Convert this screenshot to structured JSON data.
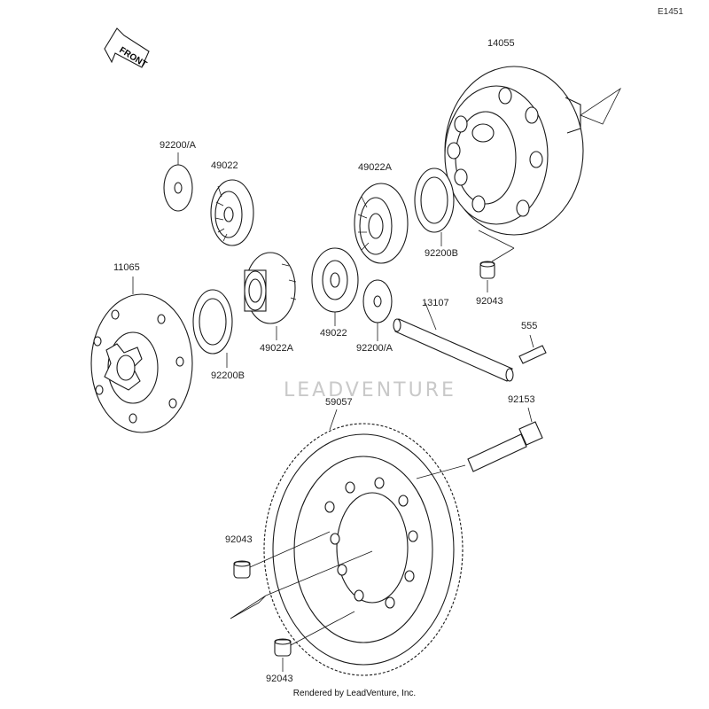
{
  "ref_code": "E1451",
  "front_label": "FRONT",
  "watermark": "LEADVENTURE",
  "footer": "Rendered by LeadVenture, Inc.",
  "parts": {
    "p14055": "14055",
    "p92200a_top": "92200/A",
    "p49022_top": "49022",
    "p49022a_top": "49022A",
    "p92200b_right": "92200B",
    "p92043_right": "92043",
    "p11065": "11065",
    "p92200b_left": "92200B",
    "p49022a_mid": "49022A",
    "p49022_mid": "49022",
    "p92200a_mid": "92200/A",
    "p13107": "13107",
    "p555": "555",
    "p59057": "59057",
    "p92153": "92153",
    "p92043_left": "92043",
    "p92043_bottom": "92043"
  }
}
